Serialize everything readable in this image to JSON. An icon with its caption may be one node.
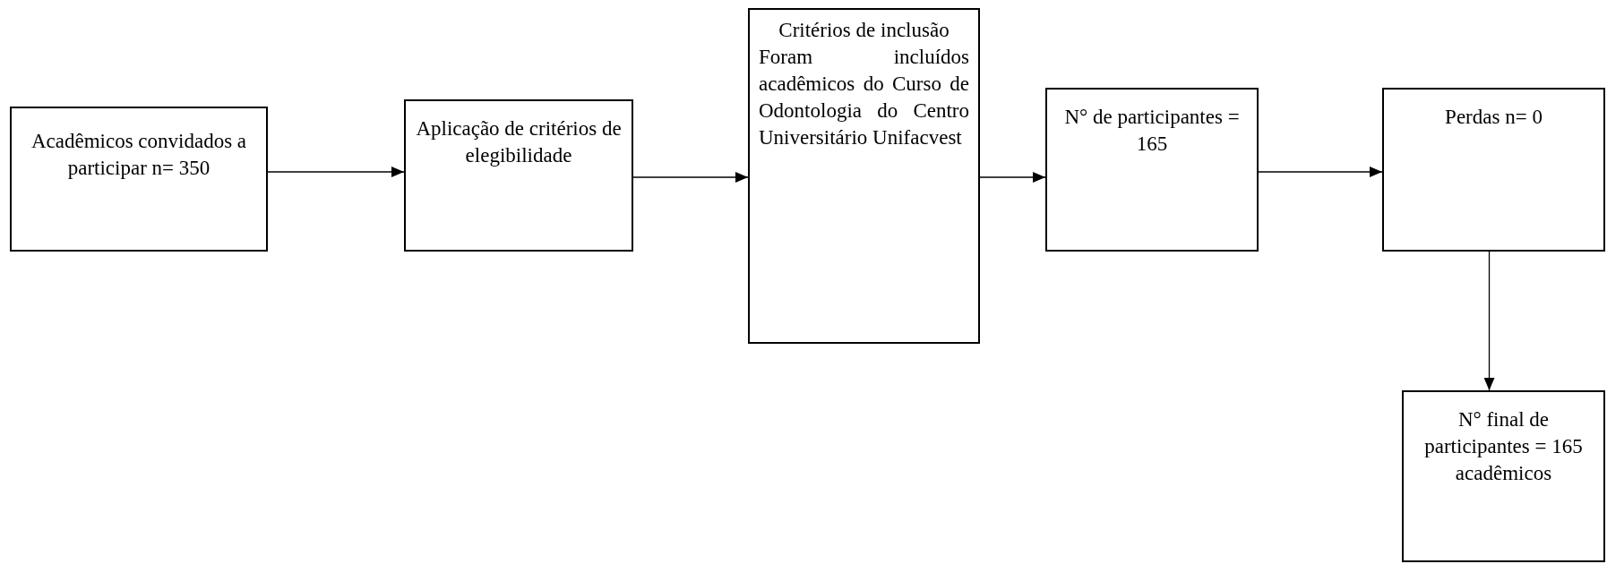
{
  "diagram": {
    "nodes": [
      {
        "text": [
          "Acadêmicos convidados a participar n= 350"
        ]
      },
      {
        "text": [
          "Aplicação de critérios de elegibilidade"
        ]
      },
      {
        "text": [
          "Critérios de inclusão",
          "Foram incluídos acadêmicos do Curso de Odontologia do Centro Universitário Unifacvest"
        ]
      },
      {
        "text": [
          "N° de participantes = 165"
        ]
      },
      {
        "text": [
          "Perdas n= 0"
        ]
      },
      {
        "text": [
          "N° final de participantes = 165 acadêmicos"
        ]
      }
    ],
    "edges": [
      {
        "from": 0,
        "to": 1,
        "arrow": "to"
      },
      {
        "from": 1,
        "to": 2,
        "arrow": "to"
      },
      {
        "from": 2,
        "to": 3,
        "arrow": "to"
      },
      {
        "from": 3,
        "to": 4,
        "arrow": "to"
      },
      {
        "from": 4,
        "to": 5,
        "arrow": "to"
      }
    ]
  }
}
